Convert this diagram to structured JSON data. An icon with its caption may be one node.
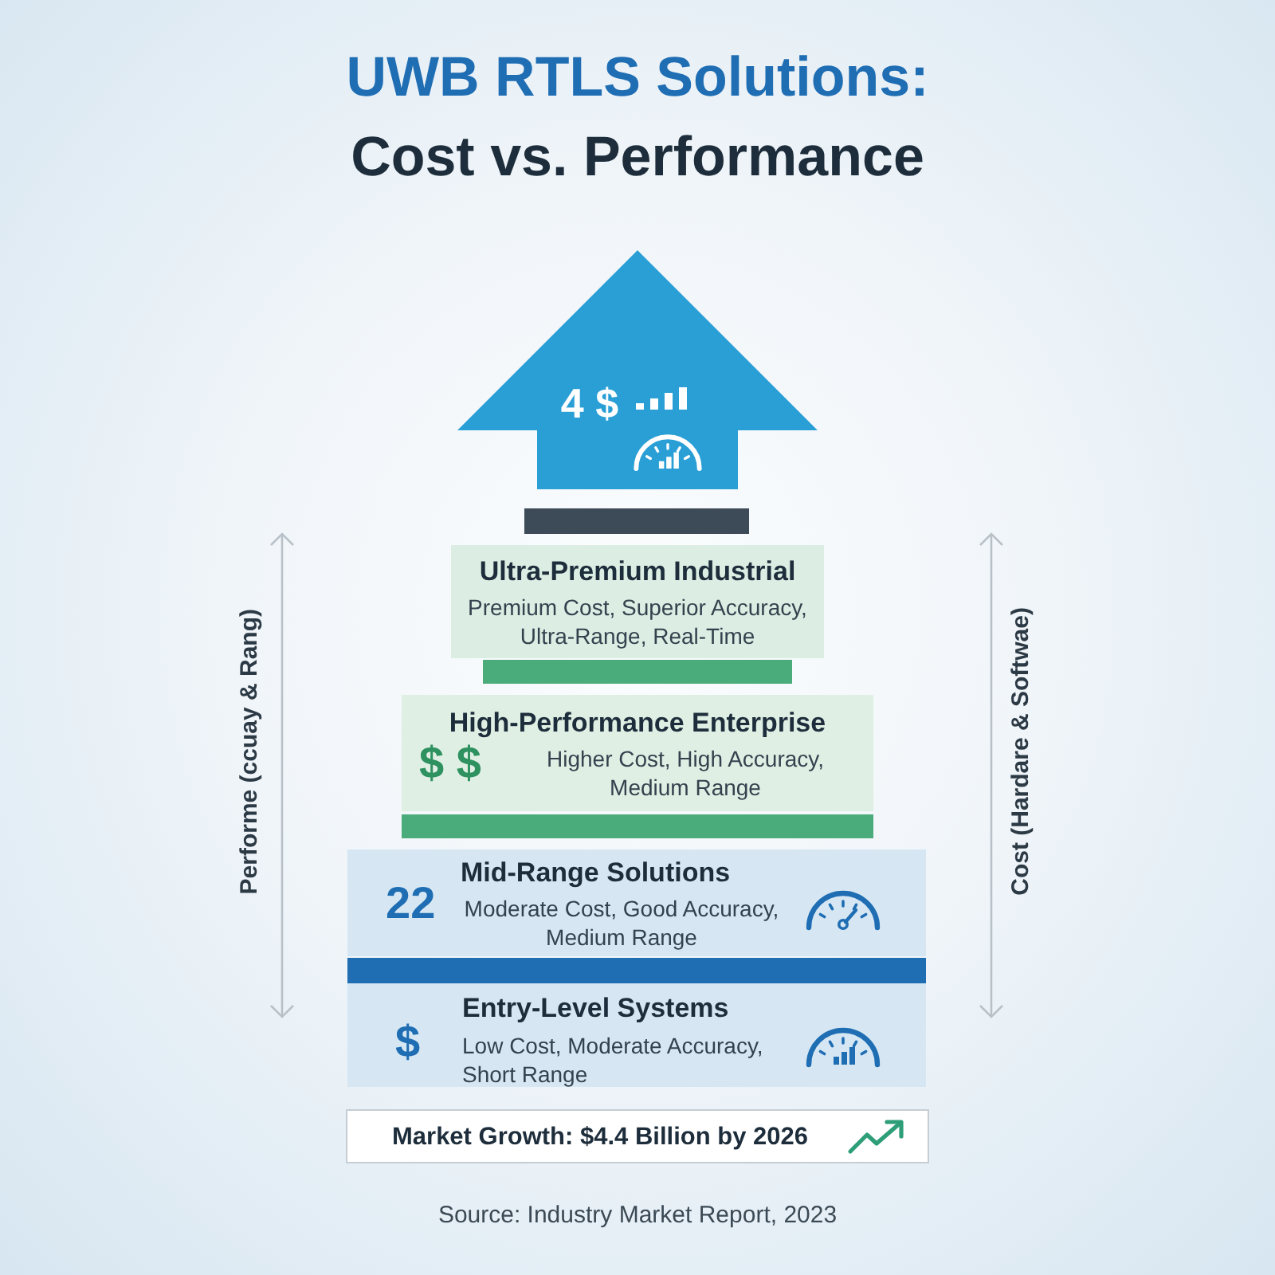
{
  "diagram": {
    "title": "UWB RTLS Solutions: Cost vs. Performance",
    "caption": "Source: Industry Market Report, 2023",
    "nodes": [
      {
        "text": [
          "4 $"
        ]
      },
      {
        "text": [],
        "shape": "bar"
      },
      {
        "text": [
          "Ultra-Premium Industrial",
          "Premium Cost, Superior Accuracy, Ultra-Range, Real-Time"
        ]
      },
      {
        "text": [],
        "shape": "bar"
      },
      {
        "text": [
          "High-Performance Enterprise",
          "$ $",
          "Higher Cost, High Accuracy, Medium Range"
        ]
      },
      {
        "text": [],
        "shape": "bar"
      },
      {
        "text": [
          "Mid-Range Solutions",
          "22",
          "Moderate Cost, Good Accuracy, Medium Range"
        ]
      },
      {
        "text": [],
        "shape": "bar"
      },
      {
        "text": [
          "Entry-Level Systems",
          "$",
          "Low Cost, Moderate Accuracy, Short Range"
        ]
      },
      {
        "text": [
          "Market Growth: $4.4 Billion by 2026"
        ]
      }
    ],
    "labels": [
      "Performe (ccuay & Rang)",
      "Cost (Hardare & Softwae)"
    ]
  }
}
